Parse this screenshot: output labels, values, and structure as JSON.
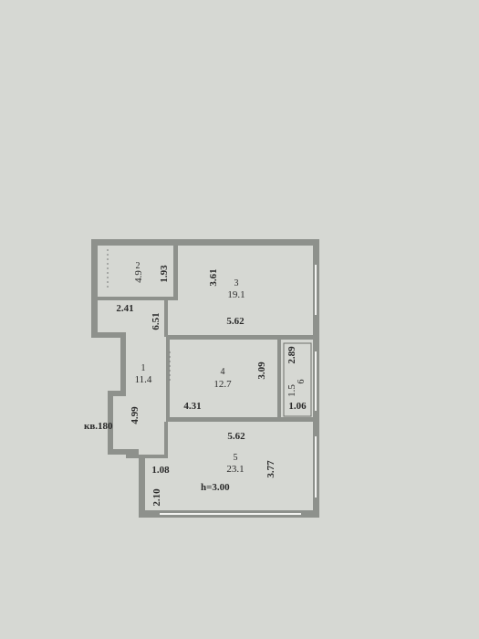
{
  "rooms": [
    {
      "number": "1",
      "area": "11.4"
    },
    {
      "number": "2",
      "area": "4.9"
    },
    {
      "number": "3",
      "area": "19.1"
    },
    {
      "number": "4",
      "area": "12.7"
    },
    {
      "number": "5",
      "area": "23.1"
    },
    {
      "number": "6",
      "area": "1.5"
    }
  ],
  "dimensions": {
    "r2_height": "1.93",
    "r2_width": "2.41",
    "r3_height": "3.61",
    "r3_width": "5.62",
    "corridor_height": "6.51",
    "corridor_width": "4.99",
    "r4_height": "3.09",
    "r4_width": "4.31",
    "r6_height": "2.89",
    "r6_width": "1.06",
    "r5_width": "5.62",
    "r5_height": "3.77",
    "entry_width": "1.08",
    "entry_height": "2.10"
  },
  "labels": {
    "apartment": "кв.180",
    "ceiling": "h=3.00"
  },
  "colors": {
    "paper": "#d4d6d1",
    "wall": "#8e918c",
    "text": "#2a2a2a"
  }
}
